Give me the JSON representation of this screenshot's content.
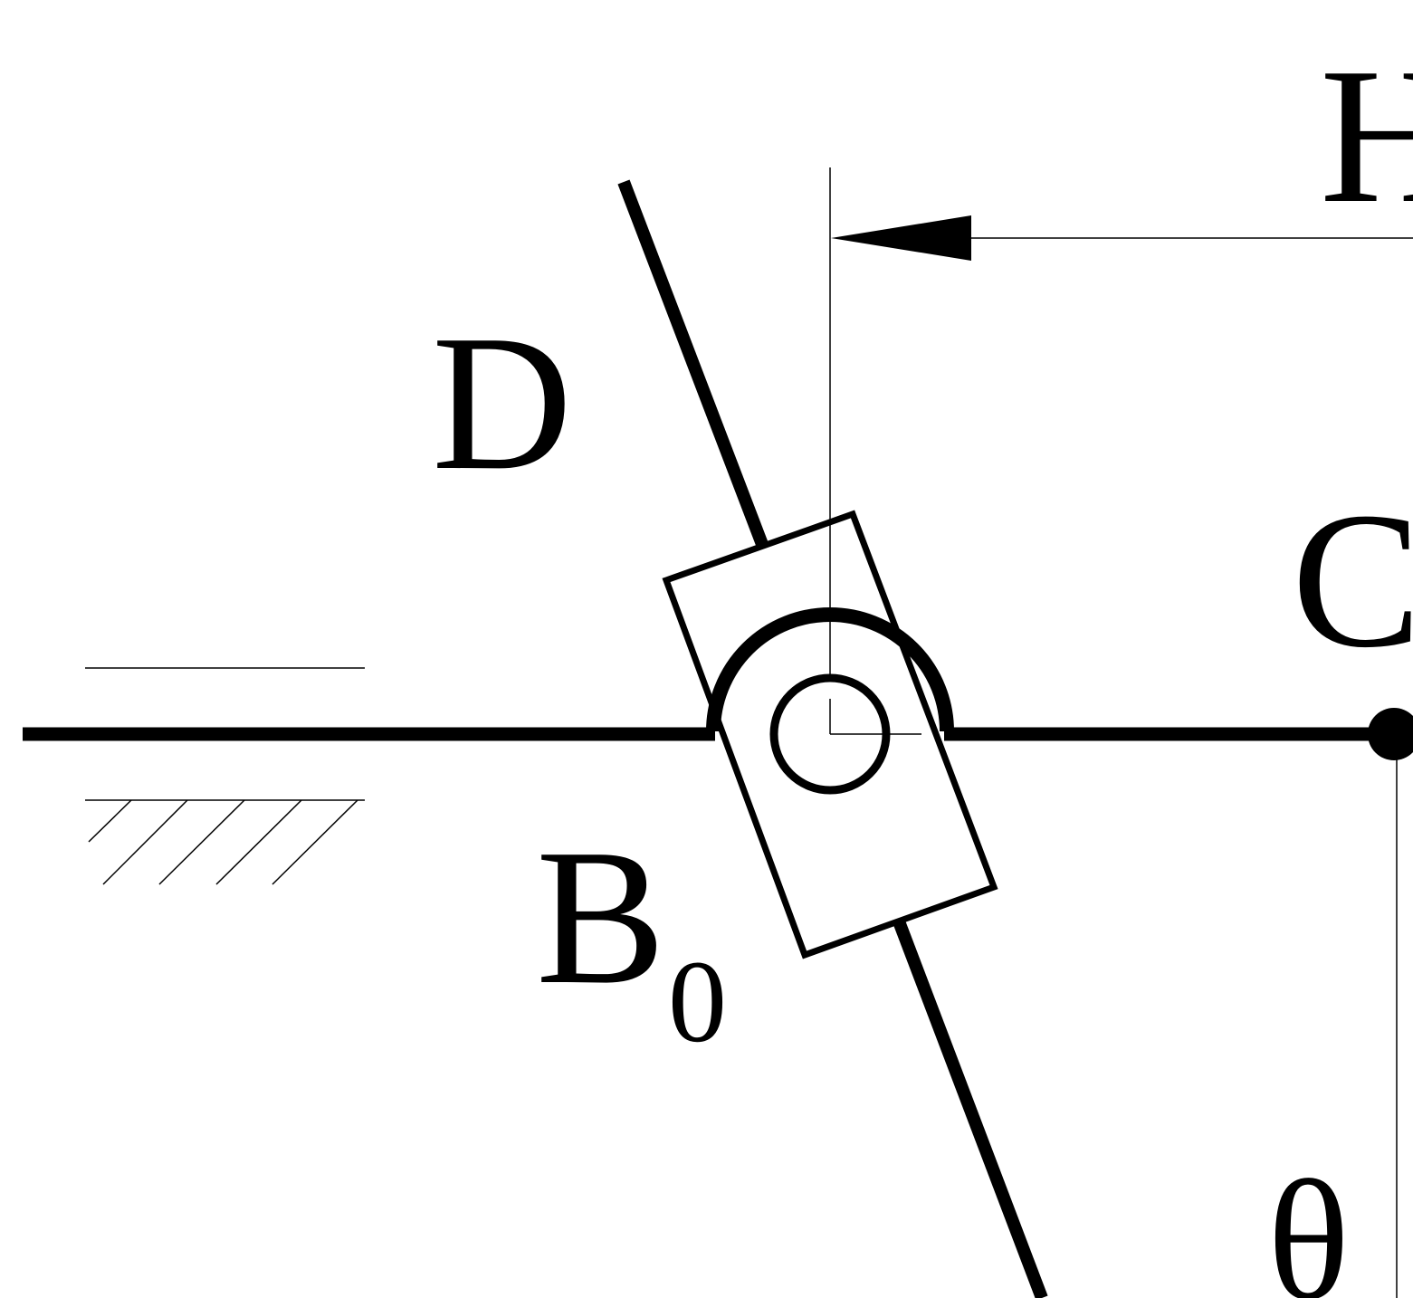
{
  "labels": {
    "top_right": "H",
    "rod_end": "D",
    "pivot": "C",
    "slider_base": "B",
    "slider_sub": "0",
    "angle": "θ"
  },
  "colors": {
    "ink": "#000000",
    "background": "#ffffff"
  }
}
